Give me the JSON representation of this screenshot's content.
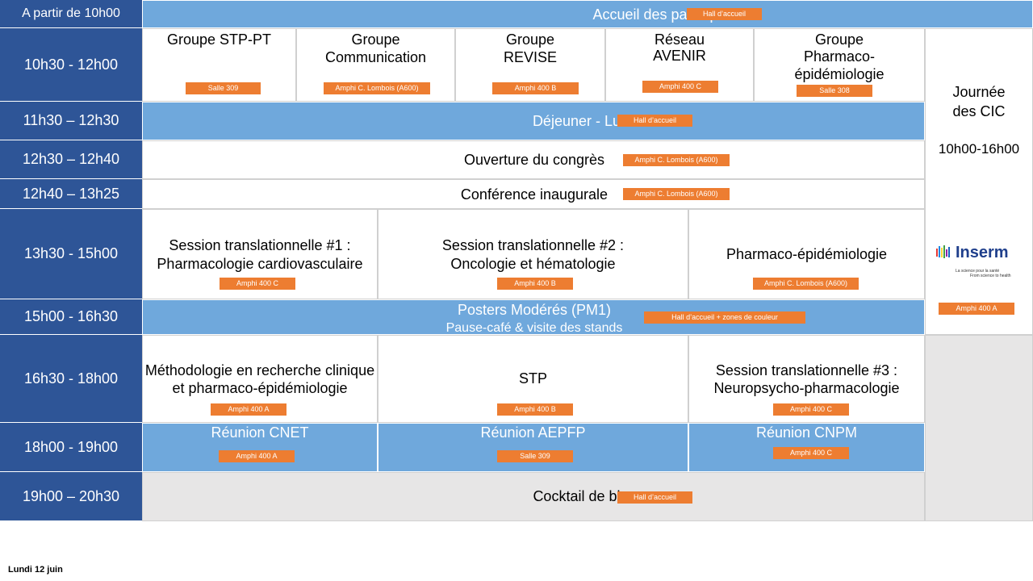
{
  "footer": "Lundi 12 juin",
  "times": [
    "A partir de 10h00",
    "10h30 - 12h00",
    "11h30 – 12h30",
    "12h30 – 12h40",
    "12h40 – 13h25",
    "13h30 - 15h00",
    "15h00 - 16h30",
    "16h30 - 18h00",
    "18h00 - 19h00",
    "19h00 – 20h30"
  ],
  "accueil": {
    "title": "Accueil des participants",
    "room": "Hall d’accueil"
  },
  "groupes": [
    {
      "l1": "Groupe STP-PT",
      "l2": "",
      "l3": "",
      "room": "Salle 309"
    },
    {
      "l1": "Groupe",
      "l2": "Communication",
      "l3": "",
      "room": "Amphi C. Lombois (A600)"
    },
    {
      "l1": "Groupe",
      "l2": "REVISE",
      "l3": "",
      "room": "Amphi 400 B"
    },
    {
      "l1": "Réseau",
      "l2": "AVENIR",
      "l3": "",
      "room": "Amphi 400 C"
    },
    {
      "l1": "Groupe",
      "l2": "Pharmaco-",
      "l3": "épidémiologie",
      "room": "Salle 308"
    }
  ],
  "dejeuner": {
    "title": "Déjeuner - Lunch Box",
    "room": "Hall d’accueil"
  },
  "ouverture": {
    "title": "Ouverture du congrès",
    "room": "Amphi C. Lombois (A600)"
  },
  "conference": {
    "title": "Conférence inaugurale",
    "room": "Amphi C. Lombois (A600)"
  },
  "sessions1": [
    {
      "l1": "Session translationnelle #1 :",
      "l2": "Pharmacologie cardiovasculaire",
      "room": "Amphi 400 C"
    },
    {
      "l1": "Session translationnelle #2 :",
      "l2": "Oncologie et hématologie",
      "room": "Amphi 400 B"
    },
    {
      "l1": "Pharmaco-épidémiologie",
      "l2": "",
      "room": "Amphi C. Lombois (A600)"
    }
  ],
  "posters": {
    "title": "Posters Modérés (PM1)",
    "subtitle": "Pause-café & visite des stands",
    "room": "Hall d’accueil + zones de couleur"
  },
  "sessions2": [
    {
      "l1": "Méthodologie en recherche clinique",
      "l2": "et pharmaco-épidémiologie",
      "room": "Amphi 400 A"
    },
    {
      "l1": "STP",
      "l2": "",
      "room": "Amphi 400 B"
    },
    {
      "l1": "Session translationnelle #3 :",
      "l2": "Neuropsycho-pharmacologie",
      "room": "Amphi 400 C"
    }
  ],
  "reunions": [
    {
      "title": "Réunion CNET",
      "room": "Amphi 400 A"
    },
    {
      "title": "Réunion AEPFP",
      "room": "Salle 309"
    },
    {
      "title": "Réunion CNPM",
      "room": "Amphi 400 C"
    }
  ],
  "cocktail": {
    "title": "Cocktail de bienvenue",
    "room": "Hall d’accueil"
  },
  "cic": {
    "l1": "Journée",
    "l2": "des CIC",
    "hours": "10h00-16h00",
    "room": "Amphi 400 A",
    "logo_text": "Inserm",
    "logo_tag1": "La science pour la santé",
    "logo_tag2": "From science to health"
  },
  "colors": {
    "time_bg": "#2E5597",
    "session_blue": "#6FA8DC",
    "tag_orange": "#ED7D31",
    "grey": "#E7E6E6"
  }
}
